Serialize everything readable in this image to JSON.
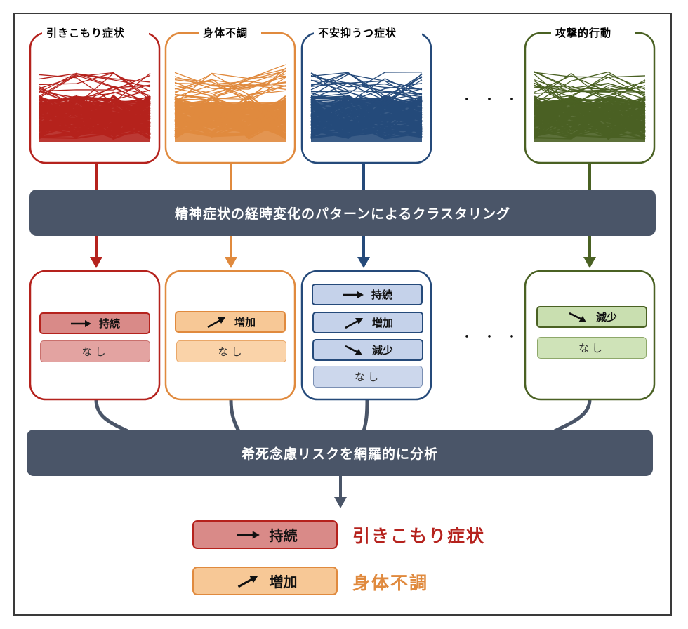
{
  "colors": {
    "red": "#b5221d",
    "red_fill_strong": "#d98a88",
    "red_fill_light": "#e3a3a1",
    "orange": "#e08a3e",
    "orange_fill_strong": "#f7c896",
    "orange_fill_light": "#fad3a9",
    "blue": "#254a7a",
    "blue_fill_strong": "#c5d2ea",
    "blue_fill_light": "#ccd7ec",
    "green": "#4a6123",
    "green_fill_strong": "#c9dfb0",
    "green_fill_light": "#cfe3b8",
    "bar": "#4a5568",
    "frame": "#3a3a3a"
  },
  "symptoms": [
    {
      "id": "withdrawal",
      "title": "引きこもり症状",
      "color_key": "red"
    },
    {
      "id": "physical",
      "title": "身体不調",
      "color_key": "orange"
    },
    {
      "id": "anxiety",
      "title": "不安抑うつ症状",
      "color_key": "blue"
    },
    {
      "id": "aggression",
      "title": "攻撃的行動",
      "color_key": "green"
    }
  ],
  "ellipsis": "・・・",
  "clustering_bar": {
    "label": "精神症状の経時変化のパターンによるクラスタリング"
  },
  "analysis_bar": {
    "label": "希死念慮リスクを網羅的に分析"
  },
  "patterns": {
    "persistent": {
      "label": "持続",
      "icon": "arrow-right-icon"
    },
    "increase": {
      "label": "増加",
      "icon": "arrow-up-right-icon"
    },
    "decrease": {
      "label": "減少",
      "icon": "arrow-down-right-icon"
    },
    "none": {
      "label": "なし"
    }
  },
  "clusters": [
    {
      "symptom": "引きこもり症状",
      "items": [
        {
          "type": "persistent",
          "label": "持続"
        },
        {
          "type": "none",
          "label": "なし"
        }
      ]
    },
    {
      "symptom": "身体不調",
      "items": [
        {
          "type": "increase",
          "label": "増加"
        },
        {
          "type": "none",
          "label": "なし"
        }
      ]
    },
    {
      "symptom": "不安抑うつ症状",
      "items": [
        {
          "type": "persistent",
          "label": "持続"
        },
        {
          "type": "increase",
          "label": "増加"
        },
        {
          "type": "decrease",
          "label": "減少"
        },
        {
          "type": "none",
          "label": "なし"
        }
      ]
    },
    {
      "symptom": "攻撃的行動",
      "items": [
        {
          "type": "decrease",
          "label": "減少"
        },
        {
          "type": "none",
          "label": "なし"
        }
      ]
    }
  ],
  "results": [
    {
      "pattern": "persistent",
      "pattern_label": "持続",
      "symptom": "引きこもり症状",
      "color_key": "red"
    },
    {
      "pattern": "increase",
      "pattern_label": "増加",
      "symptom": "身体不調",
      "color_key": "orange"
    }
  ]
}
